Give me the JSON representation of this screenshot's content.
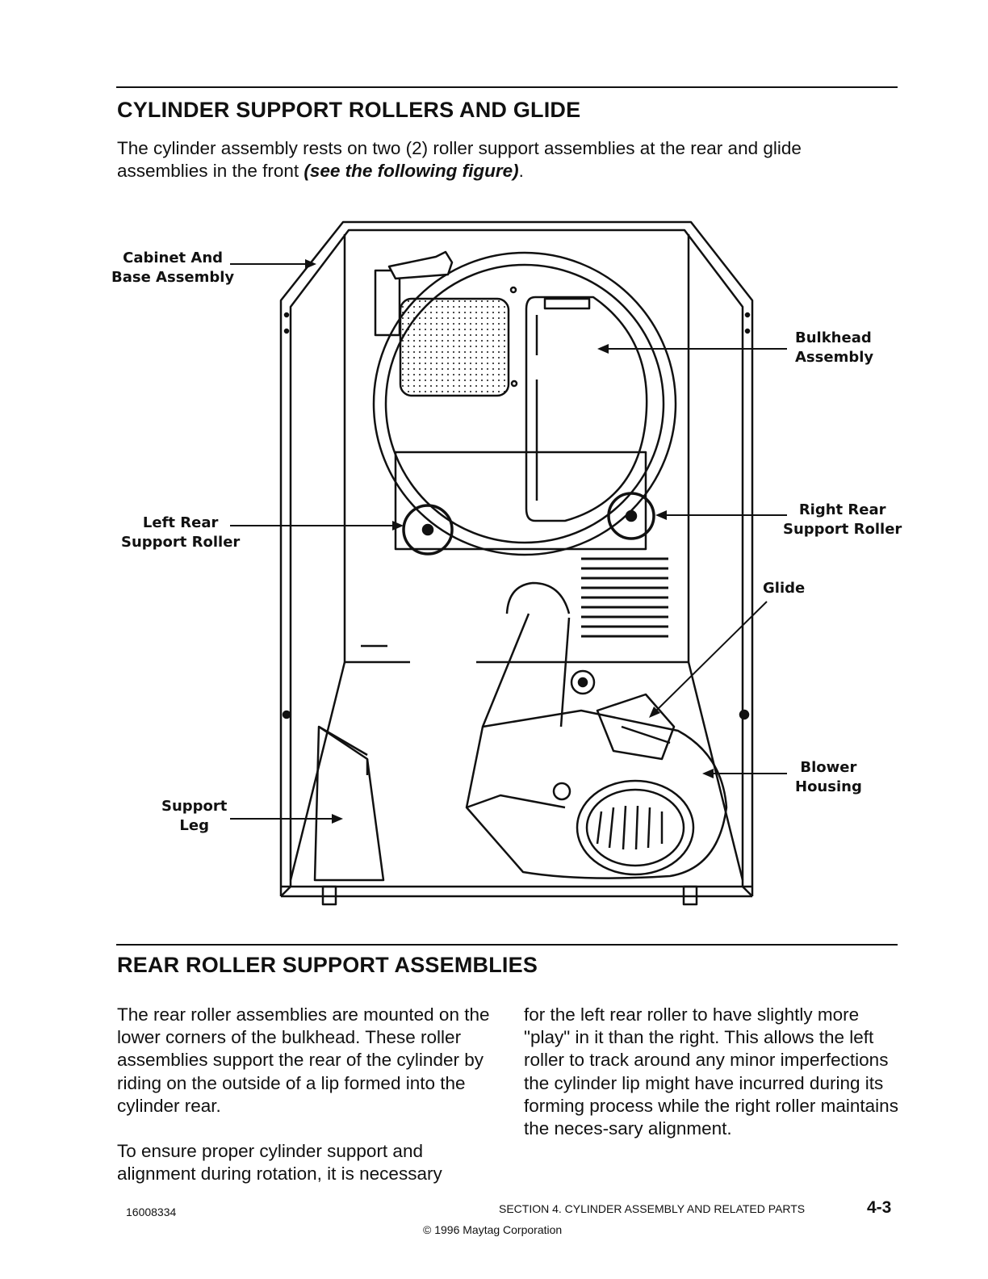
{
  "section1": {
    "title": "CYLINDER SUPPORT ROLLERS AND GLIDE",
    "intro_text": "The cylinder assembly rests on two (2) roller support assemblies at the rear and glide assemblies in the front ",
    "intro_emphasis": "(see the following  figure)",
    "intro_end": "."
  },
  "figure": {
    "labels": {
      "cabinet_line1": "Cabinet And",
      "cabinet_line2": "Base Assembly",
      "bulkhead_line1": "Bulkhead",
      "bulkhead_line2": "Assembly",
      "left_rear_line1": "Left Rear",
      "left_rear_line2": "Support Roller",
      "right_rear_line1": "Right Rear",
      "right_rear_line2": "Support Roller",
      "glide": "Glide",
      "blower_line1": "Blower",
      "blower_line2": "Housing",
      "support_leg_line1": "Support",
      "support_leg_line2": "Leg"
    }
  },
  "section2": {
    "title": "REAR ROLLER SUPPORT ASSEMBLIES",
    "col1_p1": "The rear roller assemblies are mounted on the lower corners of the bulkhead. These roller assemblies support the rear of the cylinder by riding on the outside of a lip formed into the cylinder rear.",
    "col1_p2": "To ensure proper cylinder support and alignment during rotation, it is necessary",
    "col2_p1": "for the left rear roller to have slightly more \"play\" in it than the right.  This allows the left roller to track around any minor imperfections the cylinder lip might have incurred during its forming process while the right roller maintains the neces-sary alignment."
  },
  "footer": {
    "doc_number": "16008334",
    "section_label": "SECTION 4.  CYLINDER ASSEMBLY AND RELATED PARTS",
    "page_number": "4-3",
    "copyright": "© 1996 Maytag Corporation"
  }
}
